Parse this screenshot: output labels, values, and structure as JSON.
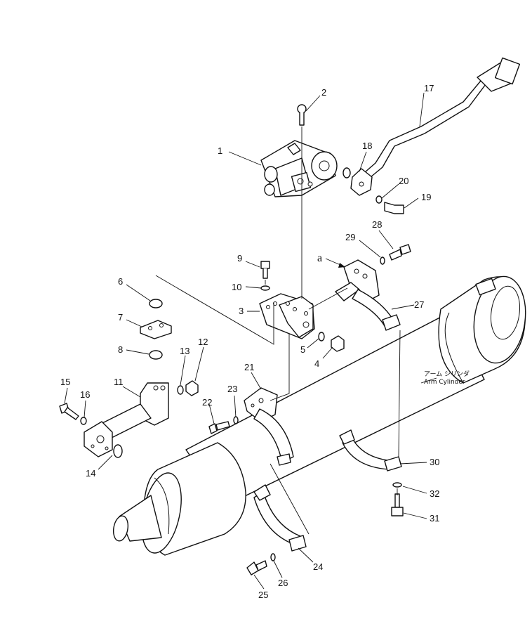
{
  "callouts": {
    "c1": "1",
    "c2": "2",
    "c3": "3",
    "c4": "4",
    "c5": "5",
    "c6": "6",
    "c7": "7",
    "c8": "8",
    "c9": "9",
    "c10": "10",
    "c11": "11",
    "c12": "12",
    "c13": "13",
    "c14": "14",
    "c15": "15",
    "c16": "16",
    "c17": "17",
    "c18": "18",
    "c19": "19",
    "c20": "20",
    "c21": "21",
    "c22": "22",
    "c23": "23",
    "c24": "24",
    "c25": "25",
    "c26": "26",
    "c27": "27",
    "c28": "28",
    "c29": "29",
    "c30": "30",
    "c31": "31",
    "c32": "32"
  },
  "reference_mark": "a",
  "cylinder_label": {
    "japanese": "アーム シリンダ",
    "english": "Arm Cylinder"
  }
}
